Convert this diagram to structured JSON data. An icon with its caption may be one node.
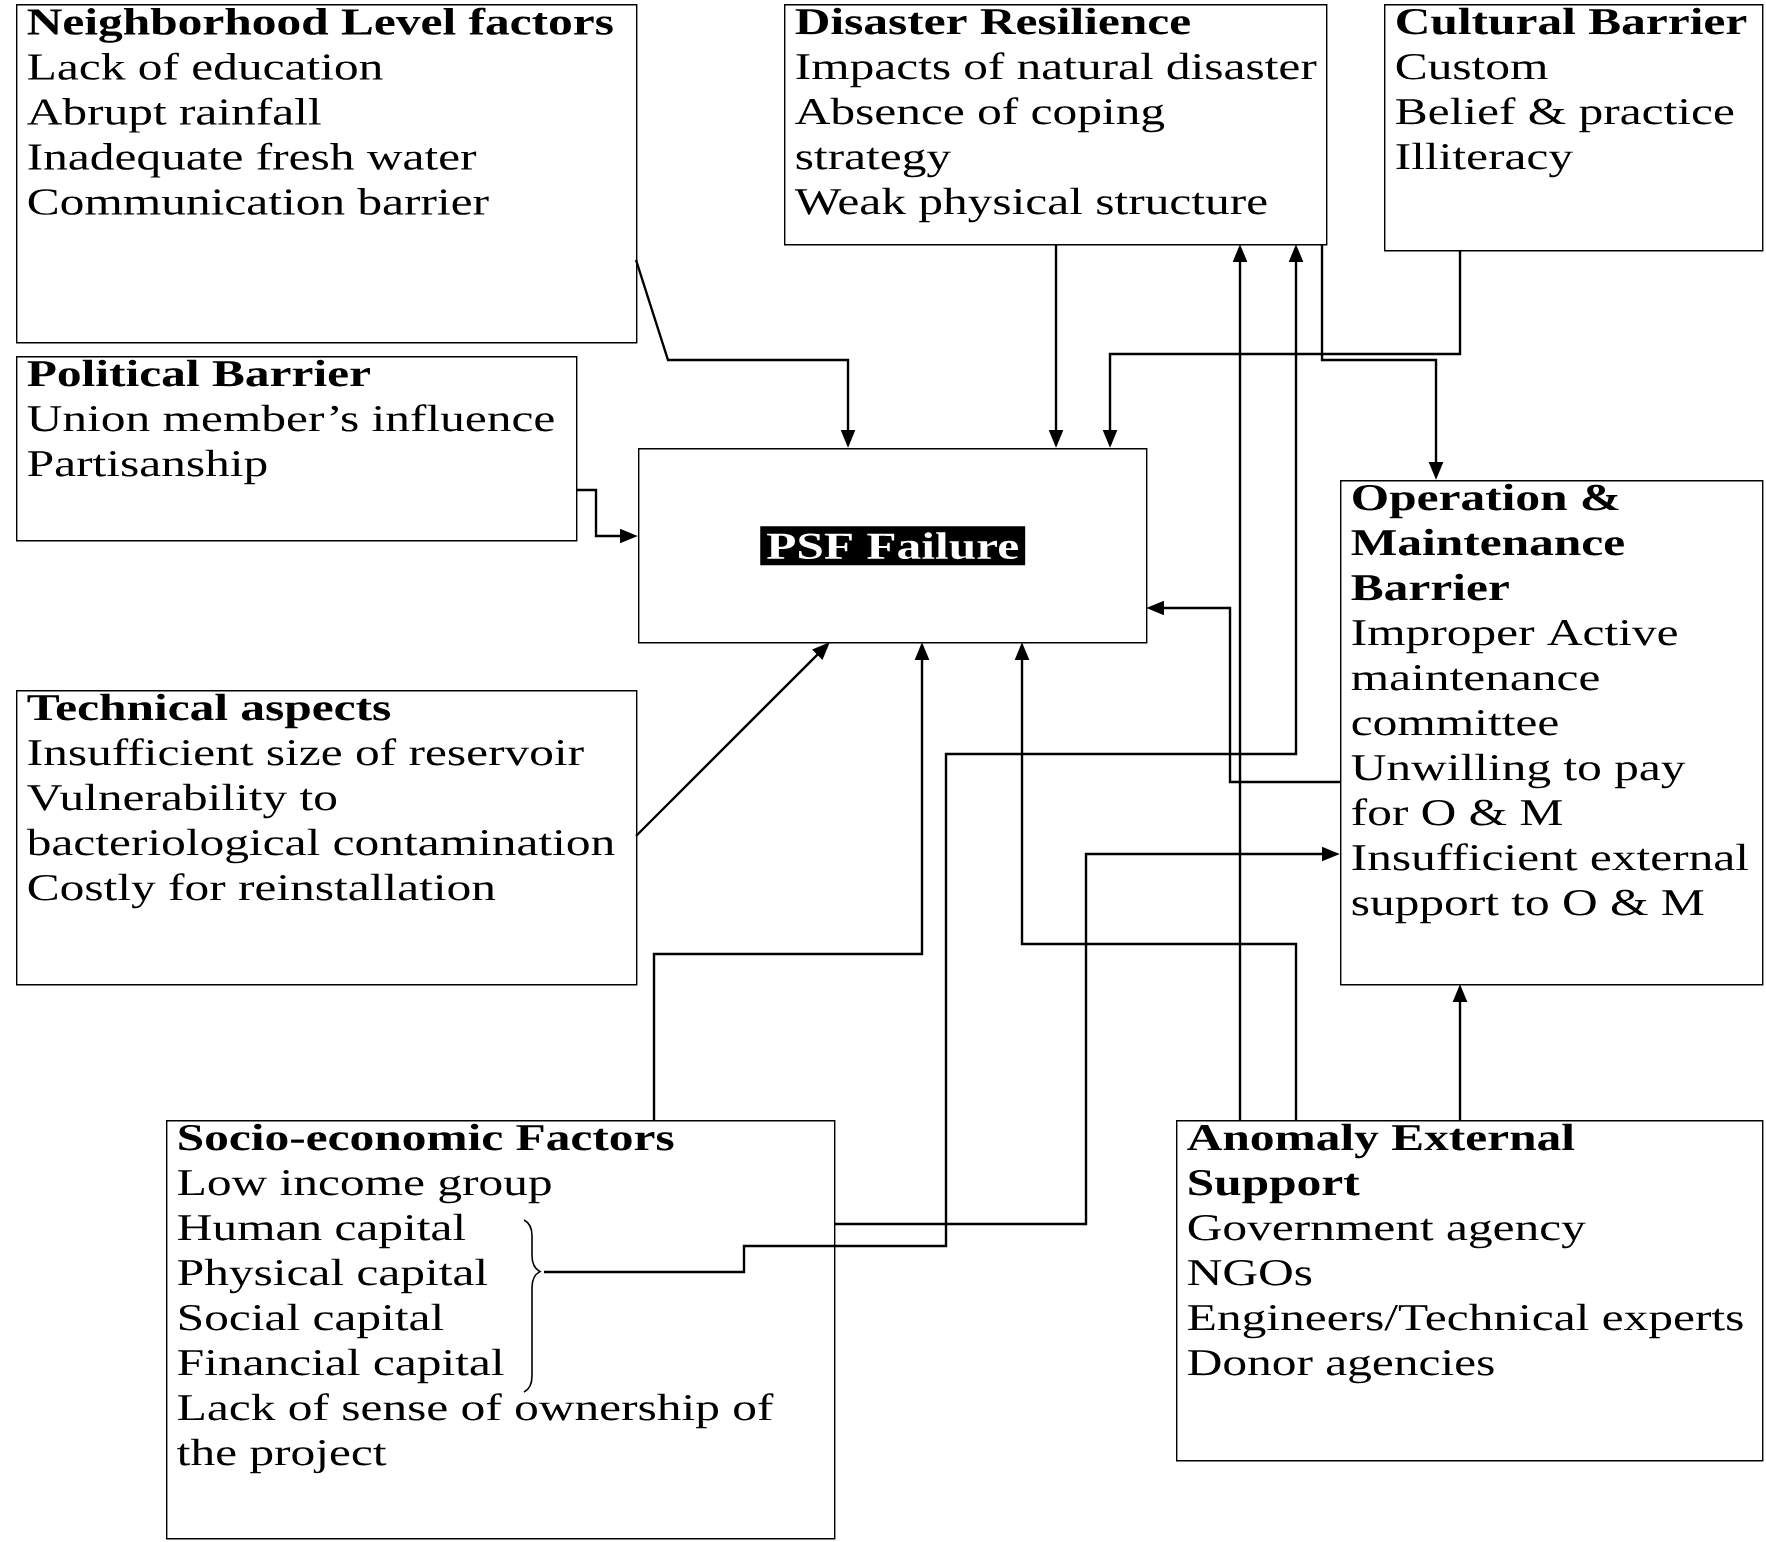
{
  "diagram": {
    "nodes": [
      {
        "text": [
          "Neighborhood Level factors",
          "Lack of education",
          "Abrupt rainfall",
          "Inadequate fresh water",
          "Communication barrier"
        ]
      },
      {
        "text": [
          "Disaster Resilience",
          "Impacts of natural disaster",
          "Absence of coping strategy",
          "Weak physical structure"
        ]
      },
      {
        "text": [
          "Cultural Barrier",
          "Custom",
          "Belief & practice",
          "Illiteracy"
        ]
      },
      {
        "text": [
          "Political Barrier",
          "Union member’s influence Partisanship"
        ]
      },
      {
        "text": [
          "PSF Failure"
        ]
      },
      {
        "text": [
          "Operation & Maintenance Barrier",
          "Improper Active maintenance committee",
          "Unwilling to pay for O & M",
          "Insufficient external support to O & M"
        ]
      },
      {
        "text": [
          "Technical aspects",
          "Insufficient size of reservoir",
          "Vulnerability to bacteriological contamination",
          "Costly for reinstallation"
        ]
      },
      {
        "text": [
          "Socio-economic Factors",
          "Low income group",
          "Human capital",
          "Physical capital",
          "Social capital",
          "Financial capital",
          "Lack of sense of ownership of the project"
        ]
      },
      {
        "text": [
          "Anomaly External Support",
          "Government agency",
          "NGOs",
          "Engineers/Technical experts",
          "Donor agencies"
        ]
      }
    ],
    "edges": [
      {
        "from": 0,
        "to": 4,
        "arrow": "to"
      },
      {
        "from": 1,
        "to": 4,
        "arrow": "to"
      },
      {
        "from": 2,
        "to": 4,
        "arrow": "to"
      },
      {
        "from": 1,
        "to": 5,
        "arrow": "to"
      },
      {
        "from": 5,
        "to": 4,
        "arrow": "to"
      },
      {
        "from": 6,
        "to": 4,
        "arrow": "to"
      },
      {
        "from": 3,
        "to": 4,
        "arrow": "to"
      },
      {
        "from": 7,
        "to": 4,
        "arrow": "to"
      },
      {
        "from": 7,
        "to": 1,
        "arrow": "to"
      },
      {
        "from": 7,
        "to": 5,
        "arrow": "to"
      },
      {
        "from": 8,
        "to": 4,
        "arrow": "to"
      },
      {
        "from": 8,
        "to": 1,
        "arrow": "to"
      },
      {
        "from": 8,
        "to": 5,
        "arrow": "to"
      }
    ]
  }
}
